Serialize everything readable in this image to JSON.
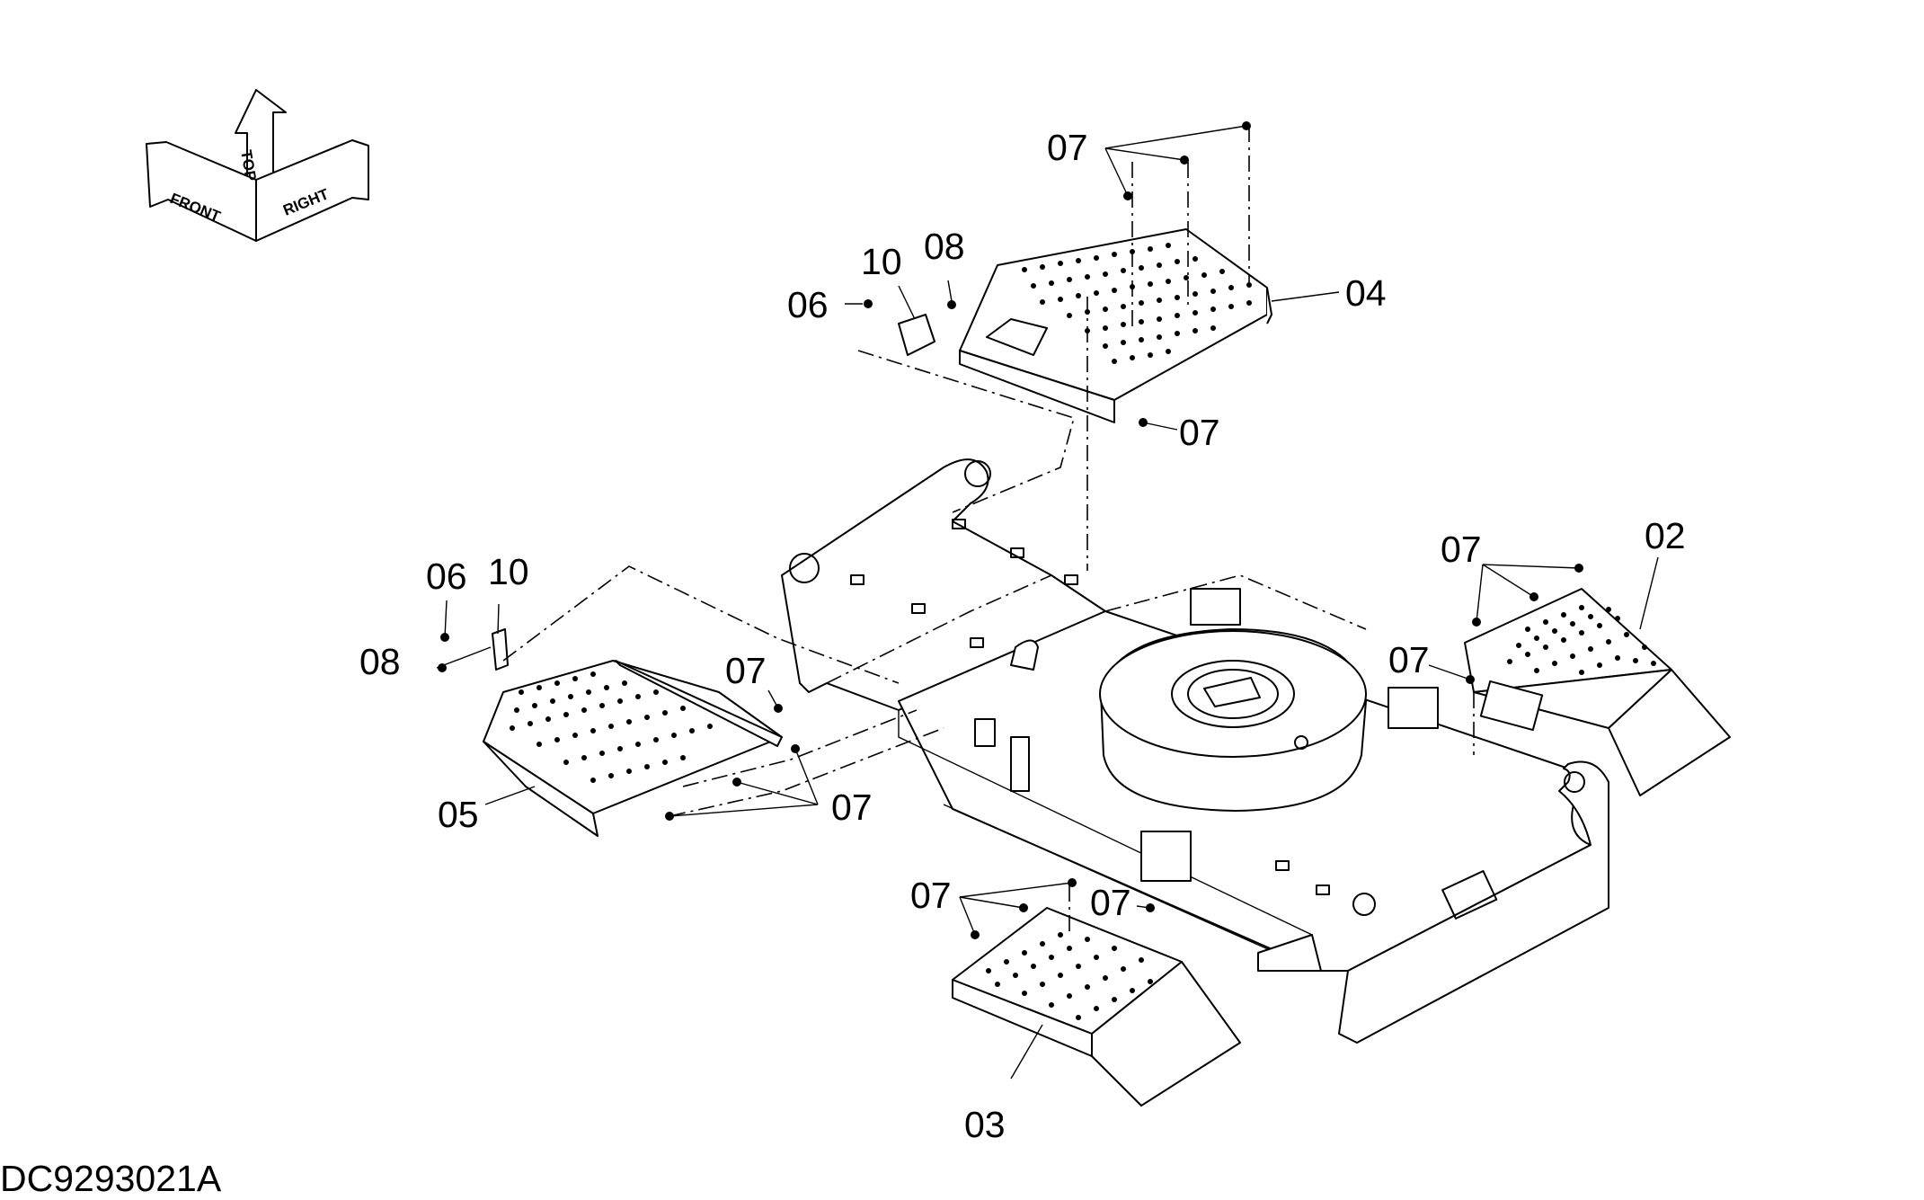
{
  "orientation_indicator": {
    "front": "FRONT",
    "top": "TOP",
    "right": "RIGHT"
  },
  "drawing_id": "DC9293021A",
  "callouts": {
    "c04": "04",
    "c04_07a": "07",
    "c04_07b": "07",
    "c04_06": "06",
    "c04_10": "10",
    "c04_08": "08",
    "c02": "02",
    "c02_07a": "07",
    "c02_07b": "07",
    "c05": "05",
    "c05_06": "06",
    "c05_10": "10",
    "c05_08": "08",
    "c05_07a": "07",
    "c05_07b": "07",
    "c03": "03",
    "c03_07a": "07",
    "c03_07b": "07"
  }
}
